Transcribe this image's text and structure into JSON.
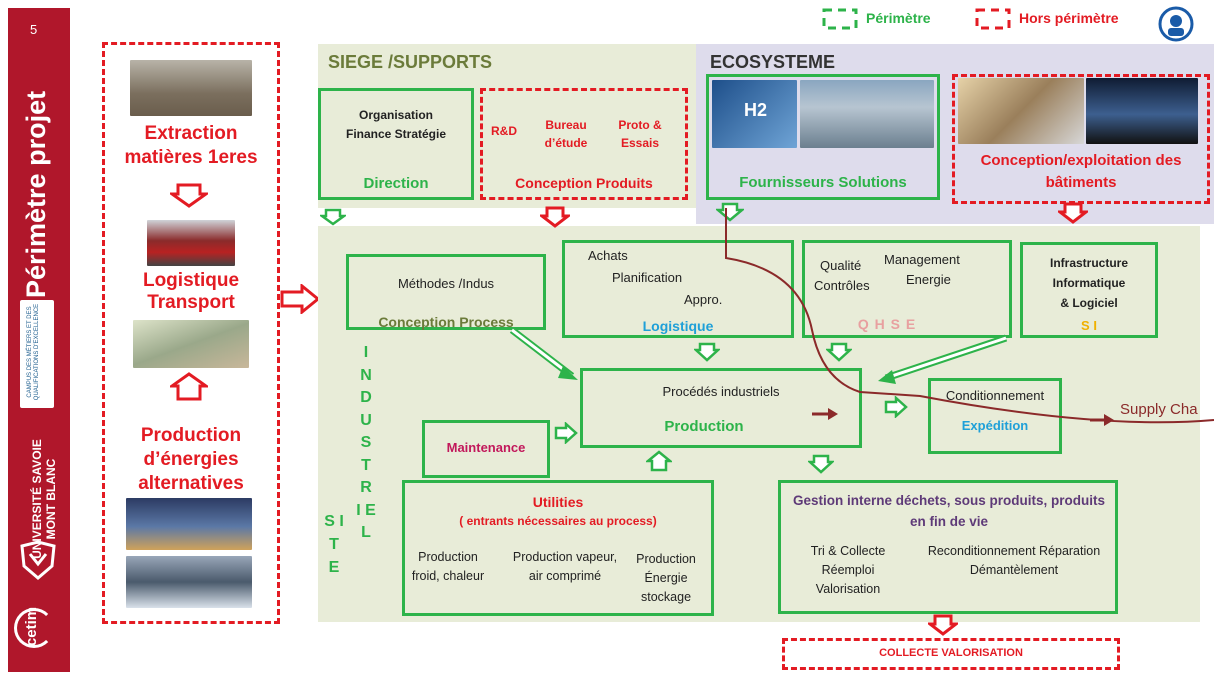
{
  "slide_number": "5",
  "slide_title": "Périmètre projet",
  "legend": {
    "in_scope": "Périmètre",
    "out_of_scope": "Hors périmètre"
  },
  "left_column": {
    "extraction": "Extraction matières 1eres",
    "logistique": "Logistique Transport",
    "energies": "Production d’énergies alternatives"
  },
  "sidebar": {
    "campus": "CAMPUS DES MÉTIERS ET DES QUALIFICATIONS D'EXCELLENCE",
    "universite": "UNIVERSITÉ SAVOIE MONT BLANC",
    "cetim": "cetim"
  },
  "siege": {
    "title": "SIEGE /SUPPORTS",
    "direction_items": "Organisation Finance Stratégie",
    "direction_label": "Direction",
    "cp_items": [
      "R&D",
      "Bureau d’étude",
      "Proto & Essais"
    ],
    "cp_label": "Conception Produits"
  },
  "ecosysteme": {
    "title": "ECOSYSTEME",
    "fournisseurs": "Fournisseurs Solutions",
    "batiments": "Conception/exploitation des bâtiments",
    "h2_label": "H2"
  },
  "site_industriel": {
    "site": "S I T E",
    "industriel": "I N D U S T R I E L",
    "methodes": "Méthodes /Indus",
    "conception_process": "Conception Process",
    "achats": "Achats",
    "planification": "Planification",
    "appro": "Appro.",
    "logistique": "Logistique",
    "qualite": "Qualité",
    "controles": "Contrôles",
    "management": "Management",
    "energie": "Energie",
    "qhse": "Q H S E",
    "infra1": "Infrastructure",
    "infra2": "Informatique",
    "infra3": "& Logiciel",
    "si": "S I",
    "procedes": "Procédés industriels",
    "production": "Production",
    "maintenance": "Maintenance",
    "conditionnement": "Conditionnement",
    "expedition": "Expédition",
    "utilities_title": "Utilities",
    "utilities_sub": "( entrants nécessaires au process)",
    "prod_froid": "Production froid, chaleur",
    "prod_vapeur": "Production vapeur, air comprimé",
    "prod_energie": "Production Énergie stockage",
    "dechets_title": "Gestion interne déchets, sous produits, produits en fin de vie",
    "dechets_left": "Tri & Collecte Réemploi Valorisation",
    "dechets_right": "Reconditionnement Réparation Démantèlement"
  },
  "supply_chain": "Supply Cha",
  "collecte": "COLLECTE VALORISATION",
  "colors": {
    "red": "#e31b23",
    "green": "#2db34a",
    "brand": "#b0172b",
    "panel": "#e8ecd8",
    "lavender": "#dedcec",
    "supply": "#8b2a2a",
    "blue": "#1fa0d8"
  }
}
